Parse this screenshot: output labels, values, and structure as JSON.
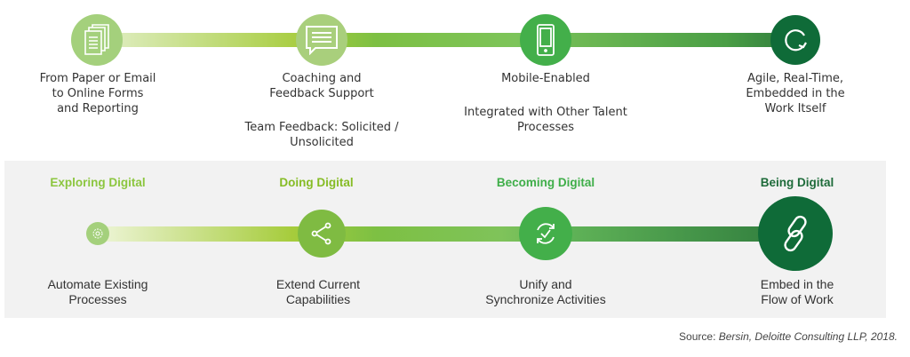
{
  "top_row": [
    {
      "icon": "documents-icon",
      "lines": [
        "From Paper or Email",
        "to Online Forms",
        "and Reporting"
      ],
      "extra": [],
      "color": "#a4d07c"
    },
    {
      "icon": "chat-bubble-icon",
      "lines": [
        "Coaching and",
        "Feedback Support"
      ],
      "extra": [
        "Team Feedback: Solicited /",
        "Unsolicited"
      ],
      "color": "#a9cf7c"
    },
    {
      "icon": "mobile-phone-icon",
      "lines": [
        "Mobile-Enabled"
      ],
      "extra": [
        "Integrated with Other Talent",
        "Processes"
      ],
      "color": "#43af4a"
    },
    {
      "icon": "refresh-arrow-icon",
      "lines": [
        "Agile, Real-Time,",
        "Embedded in the",
        "Work Itself"
      ],
      "extra": [],
      "color": "#0f6b38"
    }
  ],
  "bottom_row": [
    {
      "title": "Exploring Digital",
      "icon": "gear-icon",
      "lines": [
        "Automate Existing",
        "Processes"
      ],
      "color": "#8cc63f",
      "circle": "#a4d07c"
    },
    {
      "title": "Doing Digital",
      "icon": "share-icon",
      "lines": [
        "Extend Current",
        "Capabilities"
      ],
      "color": "#86bc25",
      "circle": "#7fbb42"
    },
    {
      "title": "Becoming Digital",
      "icon": "sync-check-icon",
      "lines": [
        "Unify and",
        "Synchronize Activities"
      ],
      "color": "#3fae49",
      "circle": "#43af4a"
    },
    {
      "title": "Being Digital",
      "icon": "link-icon",
      "lines": [
        "Embed in the",
        "Flow of Work"
      ],
      "color": "#1e6b3a",
      "circle": "#0f6b38"
    }
  ],
  "source": {
    "prefix": "Source: ",
    "text": "Bersin, Deloitte Consulting LLP, 2018."
  }
}
